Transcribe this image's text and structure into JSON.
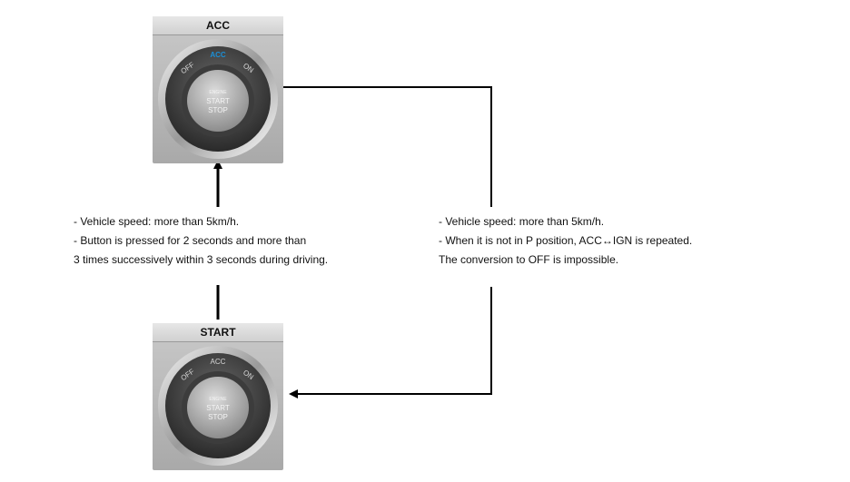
{
  "acc_panel": {
    "title": "ACC",
    "ring_labels": {
      "off": "OFF",
      "acc": "ACC",
      "on": "ON"
    },
    "active_label": "acc",
    "button_lines": [
      "ENGINE",
      "START",
      "STOP"
    ]
  },
  "start_panel": {
    "title": "START",
    "ring_labels": {
      "off": "OFF",
      "acc": "ACC",
      "on": "ON"
    },
    "active_label": "none",
    "button_lines": [
      "ENGINE",
      "START",
      "STOP"
    ]
  },
  "left_note": {
    "line1": "- Vehicle speed: more than  5km/h.",
    "line2": "- Button is pressed for 2 seconds and more than",
    "line3": "3 times successively within 3 seconds during driving."
  },
  "right_note": {
    "line1": "- Vehicle speed: more than  5km/h.",
    "line2": "- When it is not in P position,  ACC↔IGN is repeated.",
    "line3": "The conversion to OFF is impossible."
  },
  "colors": {
    "active_ring_label": "#1a8fd6",
    "inactive_ring_label": "#d8d8d8",
    "line": "#000000"
  }
}
